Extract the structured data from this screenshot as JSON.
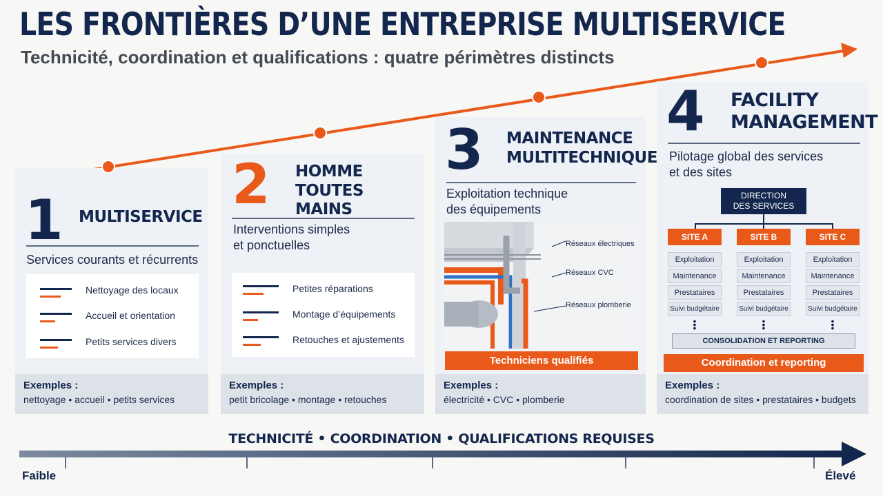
{
  "header": {
    "title": "LES FRONTIÈRES D’UNE ENTREPRISE MULTISERVICE",
    "subtitle": "Technicité, coordination et qualifications : quatre périmètres distincts"
  },
  "colors": {
    "navy": "#13264d",
    "orange": "#e8591a",
    "card": "#eef1f5",
    "example_band": "#dde2e9"
  },
  "card1": {
    "number": "1",
    "title": "MULTISERVICE",
    "description": "Services courants et récurrents",
    "items": [
      "Nettoyage des locaux",
      "Accueil et orientation",
      "Petits services divers"
    ],
    "examples_label": "Exemples :",
    "examples": "nettoyage • accueil • petits services"
  },
  "card2": {
    "number": "2",
    "title_line1": "HOMME",
    "title_line2": "TOUTES MAINS",
    "description_line1": "Interventions simples",
    "description_line2": "et ponctuelles",
    "items": [
      "Petites réparations",
      "Montage d’équipements",
      "Retouches et ajustements"
    ],
    "examples_label": "Exemples :",
    "examples": "petit bricolage • montage • retouches"
  },
  "card3": {
    "number": "3",
    "title_line1": "MAINTENANCE",
    "title_line2": "MULTITECHNIQUE",
    "description_line1": "Exploitation technique",
    "description_line2": "des équipements",
    "callouts": [
      "Réseaux électriques",
      "Réseaux CVC",
      "Réseaux plomberie"
    ],
    "band": "Techniciens qualifiés",
    "examples_label": "Exemples :",
    "examples": "électricité • CVC • plomberie"
  },
  "card4": {
    "number": "4",
    "title_line1": "FACILITY",
    "title_line2": "MANAGEMENT",
    "description_line1": "Pilotage global des services",
    "description_line2": "et des sites",
    "org": {
      "top_line1": "DIRECTION",
      "top_line2": "DES SERVICES",
      "sites": [
        "SITE A",
        "SITE B",
        "SITE C"
      ],
      "rows": [
        "Exploitation",
        "Maintenance",
        "Prestataires",
        "Suivi budgétaire"
      ],
      "consolidation": "CONSOLIDATION ET REPORTING"
    },
    "band": "Coordination et reporting",
    "examples_label": "Exemples :",
    "examples": "coordination de sites • prestataires • budgets"
  },
  "footer": {
    "caption": "TECHNICITÉ  •  COORDINATION  •  QUALIFICATIONS REQUISES",
    "low": "Faible",
    "high": "Élevé"
  }
}
